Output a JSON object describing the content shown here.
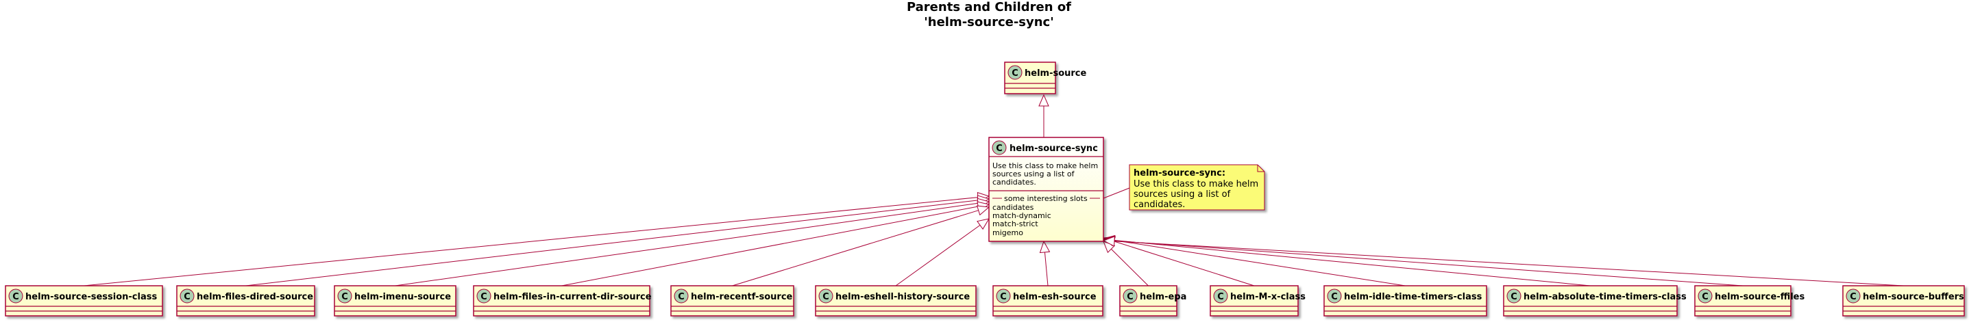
{
  "title": {
    "line1": "Parents and Children of",
    "line2": "'helm-source-sync'"
  },
  "colors": {
    "class_fill": "#FEFECE",
    "class_border": "#A80036",
    "badge_fill": "#ADD1B2",
    "note_fill": "#FBFB77",
    "arrow": "#A80036"
  },
  "parent": {
    "name": "helm-source",
    "icon": "class-c-badge"
  },
  "main": {
    "name": "helm-source-sync",
    "icon": "class-c-badge",
    "description": [
      "Use this class to make helm",
      "sources using a list of",
      "candidates."
    ],
    "slots_header": "some interesting slots",
    "slots": [
      "candidates",
      "match-dynamic",
      "match-strict",
      "migemo"
    ]
  },
  "note": {
    "title": "helm-source-sync:",
    "lines": [
      "Use this class to make helm",
      "sources using a list of",
      "candidates."
    ]
  },
  "children": [
    {
      "name": "helm-source-session-class"
    },
    {
      "name": "helm-files-dired-source"
    },
    {
      "name": "helm-imenu-source"
    },
    {
      "name": "helm-files-in-current-dir-source"
    },
    {
      "name": "helm-recentf-source"
    },
    {
      "name": "helm-eshell-history-source"
    },
    {
      "name": "helm-esh-source"
    },
    {
      "name": "helm-epa"
    },
    {
      "name": "helm-M-x-class"
    },
    {
      "name": "helm-idle-time-timers-class"
    },
    {
      "name": "helm-absolute-time-timers-class"
    },
    {
      "name": "helm-source-ffiles"
    },
    {
      "name": "helm-source-buffers"
    }
  ]
}
